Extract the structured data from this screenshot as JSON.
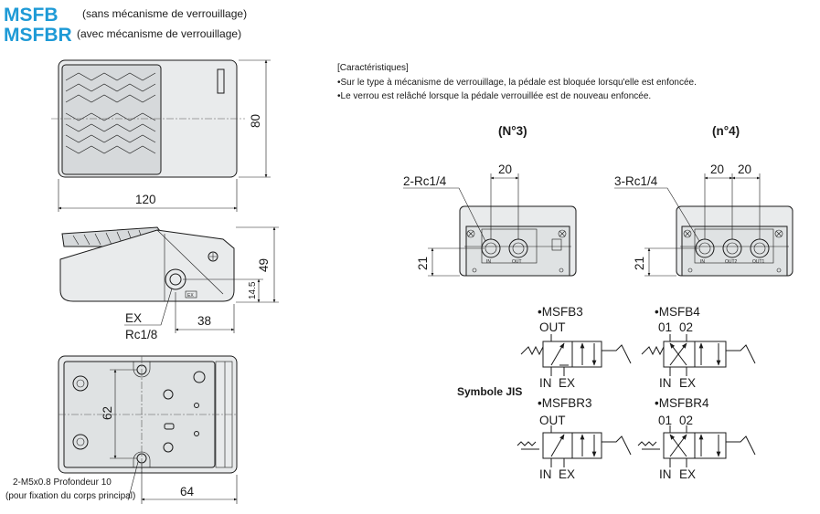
{
  "header": {
    "model1": "MSFB",
    "model1_desc": "(sans mécanisme de verrouillage)",
    "model2": "MSFBR",
    "model2_desc": "(avec mécanisme de verrouillage)"
  },
  "characteristics": {
    "heading": "[Caractéristiques]",
    "line1": "•Sur le type à mécanisme de verrouillage, la pédale est bloquée lorsqu'elle est enfoncée.",
    "line2": "•Le verrou est relâché lorsque la pédale verrouillée est de nouveau enfoncée."
  },
  "top_view": {
    "dim_width": "120",
    "dim_height": "80"
  },
  "side_view": {
    "dim_height": "49",
    "dim_port_height": "14.5",
    "dim_port_offset": "38",
    "port_label_1": "EX",
    "port_label_2": "Rc1/8",
    "port_tag": "EX"
  },
  "bottom_view": {
    "dim_62": "62",
    "dim_64": "64",
    "note_1": "2-M5x0.8 Profondeur 10",
    "note_2": "(pour fixation du corps principal)"
  },
  "variant_n3": {
    "title": "(N°3)",
    "dim_20": "20",
    "ports_label": "2-Rc1/4",
    "dim_21": "21",
    "port_in": "IN",
    "port_out": "OUT"
  },
  "variant_n4": {
    "title": "(n°4)",
    "dim_20a": "20",
    "dim_20b": "20",
    "ports_label": "3-Rc1/4",
    "dim_21": "21",
    "port_in": "IN",
    "port_out2": "OUT2",
    "port_out1": "OUT1"
  },
  "jis": {
    "label": "Symbole JIS",
    "msfb3": {
      "name": "•MSFB3",
      "top": "OUT",
      "in": "IN",
      "ex": "EX"
    },
    "msfb4": {
      "name": "•MSFB4",
      "top_a": "01",
      "top_b": "02",
      "in": "IN",
      "ex": "EX"
    },
    "msfbr3": {
      "name": "•MSFBR3",
      "top": "OUT",
      "in": "IN",
      "ex": "EX"
    },
    "msfbr4": {
      "name": "•MSFBR4",
      "top_a": "01",
      "top_b": "02",
      "in": "IN",
      "ex": "EX"
    }
  },
  "colors": {
    "title": "#1e9ad6",
    "body_fill": "#e9ebec",
    "line": "#1a1a1a"
  }
}
